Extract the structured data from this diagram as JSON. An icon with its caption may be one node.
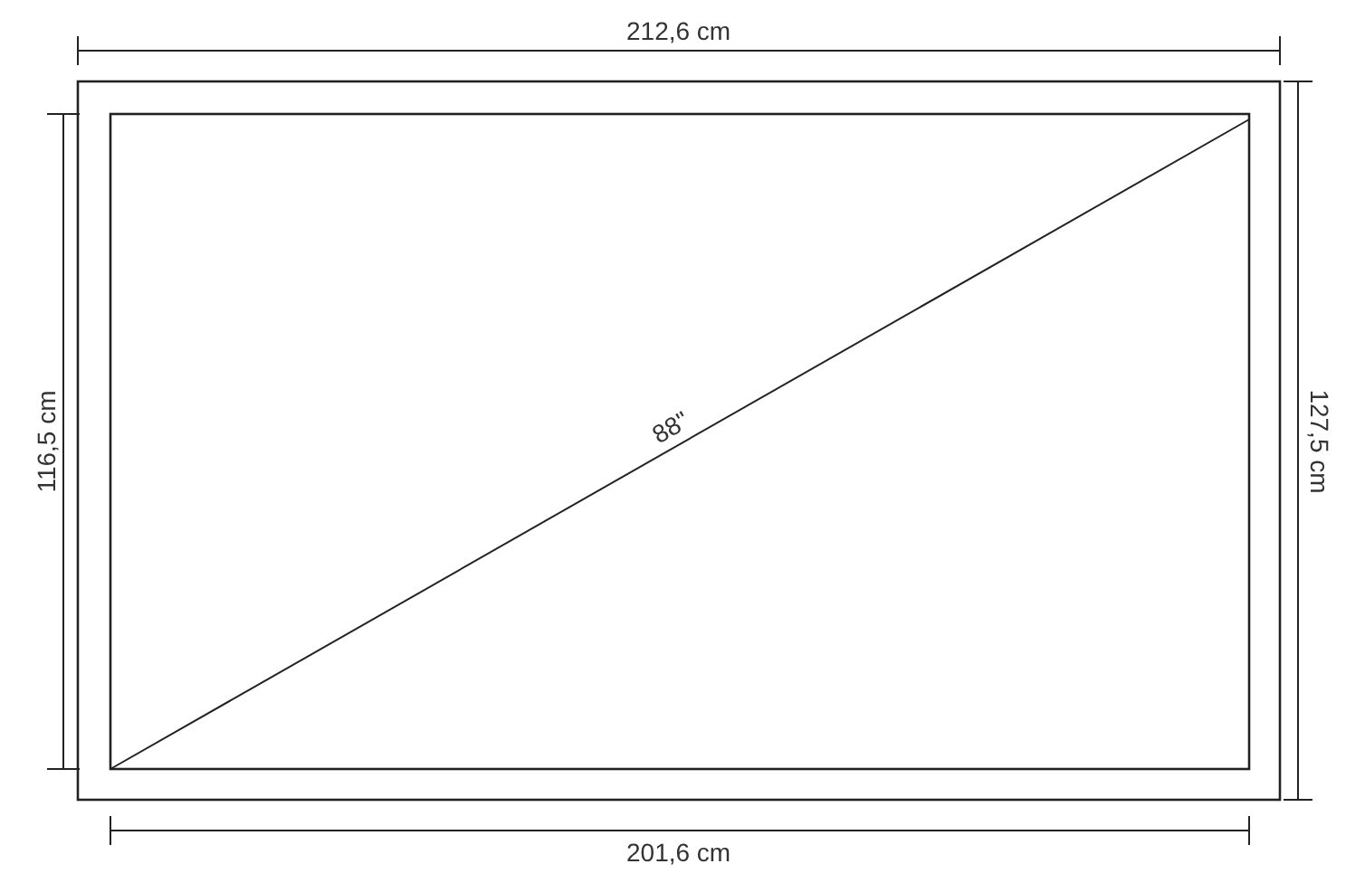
{
  "diagram": {
    "labels": [
      "212,6 cm",
      "116,5 cm",
      "88\"",
      "127,5 cm",
      "201,6 cm"
    ]
  }
}
